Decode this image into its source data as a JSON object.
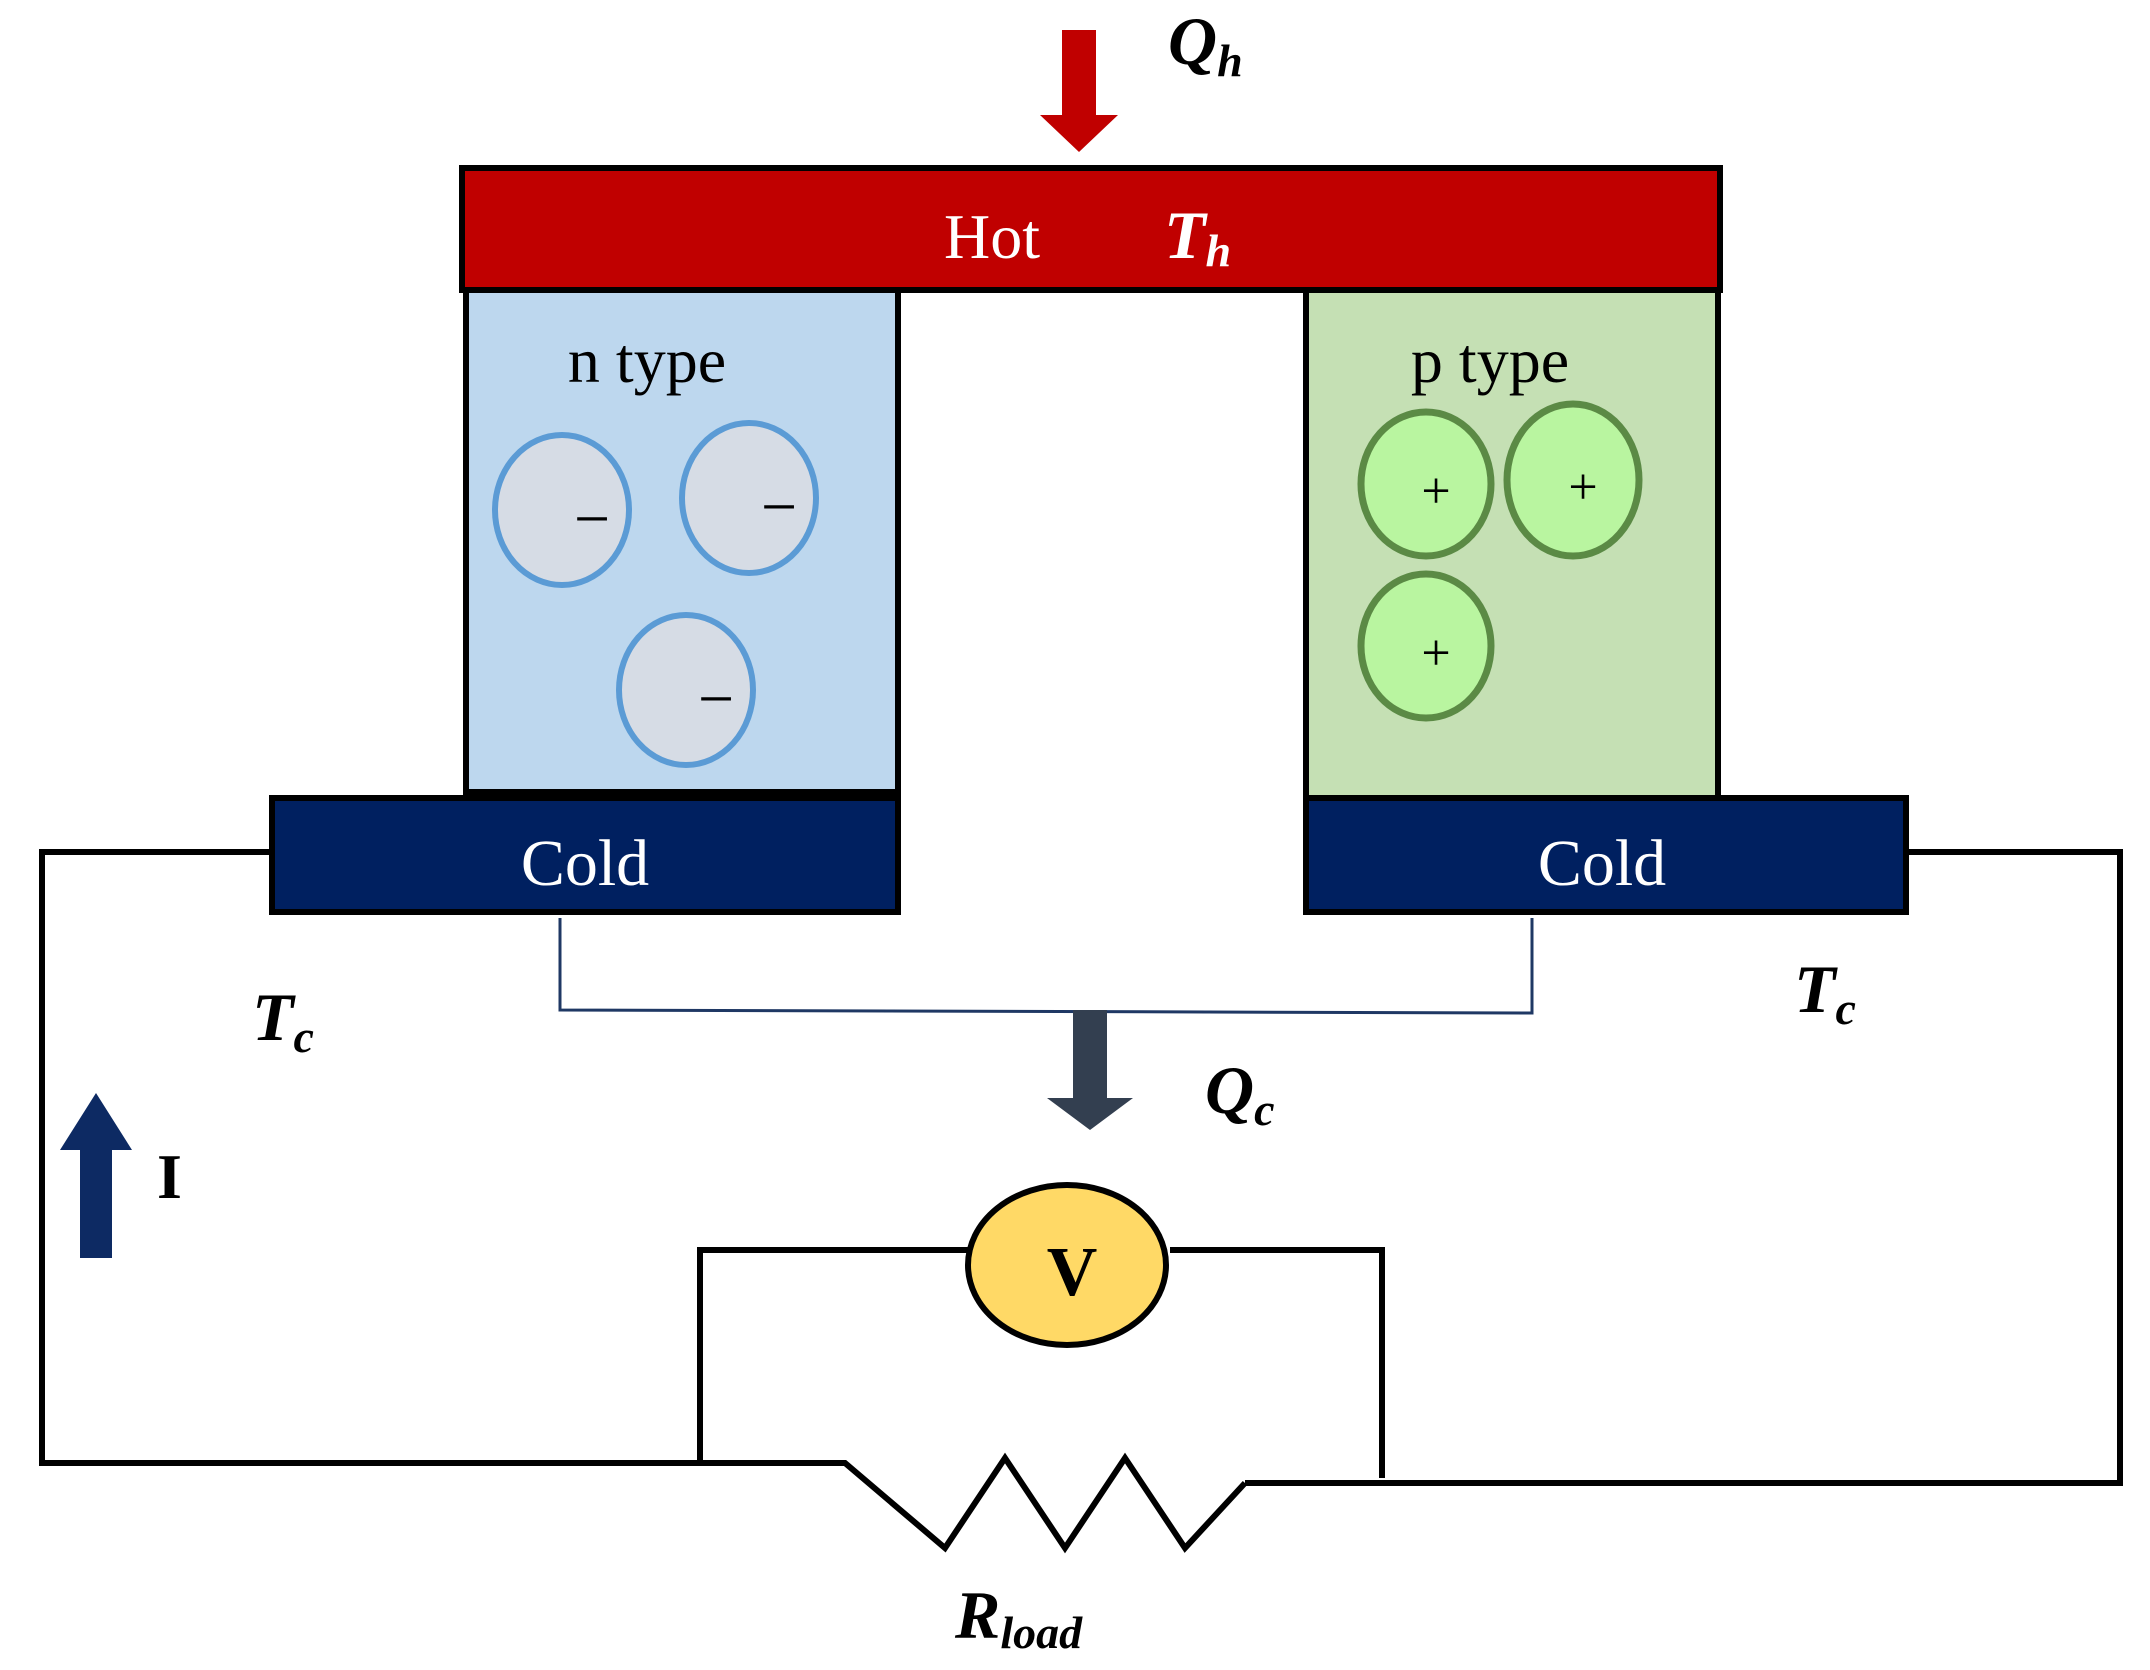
{
  "heat_in": {
    "symbol": "Q",
    "subscript": "h"
  },
  "hot_plate": {
    "label": "Hot",
    "temp_symbol": "T",
    "temp_subscript": "h"
  },
  "n_leg": {
    "label": "n type",
    "carrier_sign": "−",
    "carrier_count": 3
  },
  "p_leg": {
    "label": "p type",
    "carrier_sign": "+",
    "carrier_count": 3
  },
  "cold_left": {
    "label": "Cold"
  },
  "cold_right": {
    "label": "Cold"
  },
  "temp_cold_left": {
    "symbol": "T",
    "subscript": "c"
  },
  "temp_cold_right": {
    "symbol": "T",
    "subscript": "c"
  },
  "heat_out": {
    "symbol": "Q",
    "subscript": "c"
  },
  "current": {
    "label": "I"
  },
  "voltmeter": {
    "label": "V"
  },
  "load": {
    "symbol": "R",
    "subscript": "load"
  },
  "colors": {
    "hot": "#c00000",
    "cold": "#002060",
    "n_fill": "#bdd7ee",
    "p_fill": "#c5e0b4",
    "electron_fill": "#d6dce5",
    "electron_stroke": "#5b9bd5",
    "hole_fill": "#b9f5a0",
    "hole_stroke": "#5b8a45",
    "voltmeter": "#ffd966",
    "heat_arrow_in": "#c00000",
    "heat_arrow_out": "#333f50",
    "current_arrow": "#0d2a63"
  }
}
